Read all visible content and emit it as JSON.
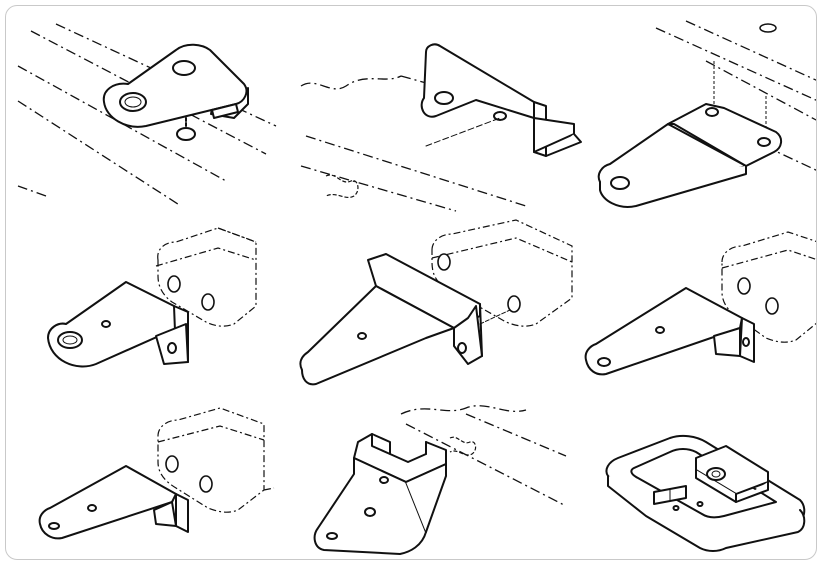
{
  "figure": {
    "panel_count": 9,
    "panels": [
      {
        "id": "p1",
        "subject": "bracket-bent-tab-on-rail"
      },
      {
        "id": "p2",
        "subject": "bracket-z-bend-on-frame"
      },
      {
        "id": "p3",
        "subject": "bracket-triangle-plate-on-rail"
      },
      {
        "id": "p4",
        "subject": "bracket-angle-to-block"
      },
      {
        "id": "p5",
        "subject": "bracket-wide-gusset-to-block"
      },
      {
        "id": "p6",
        "subject": "bracket-triangle-to-block"
      },
      {
        "id": "p7",
        "subject": "bracket-small-angle-to-block"
      },
      {
        "id": "p8",
        "subject": "bracket-channel-clip-on-frame"
      },
      {
        "id": "p9",
        "subject": "bracket-rounded-frame-plate"
      }
    ]
  },
  "colors": {
    "line": "#111111",
    "background": "#ffffff",
    "border": "#c9c9c9"
  }
}
